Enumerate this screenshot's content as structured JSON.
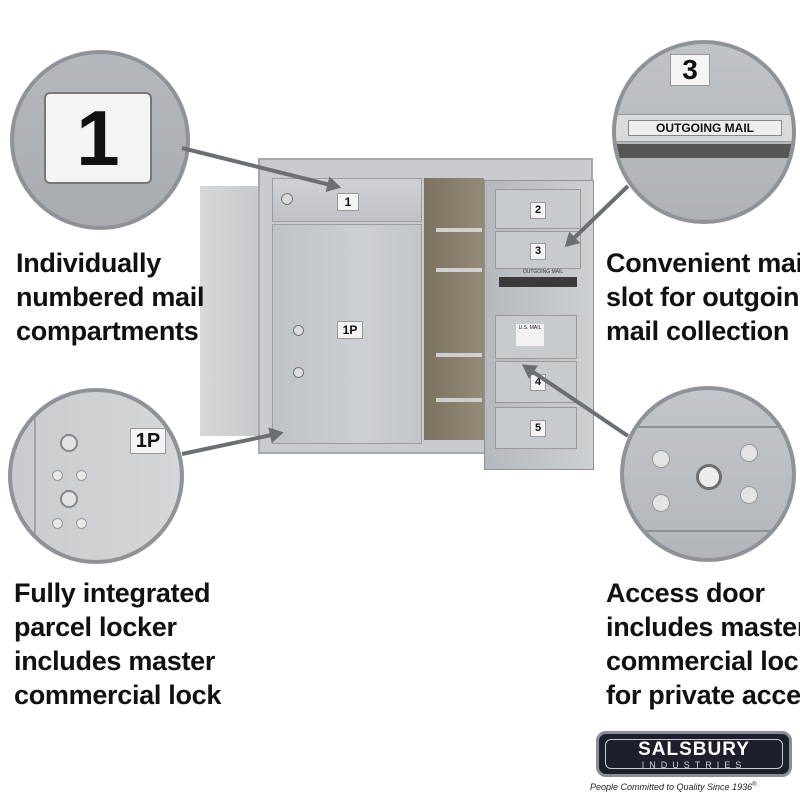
{
  "callouts": {
    "compartments": {
      "zoom_label": "1",
      "caption_lines": [
        "Individually",
        "numbered mail",
        "compartments"
      ]
    },
    "parcel_locker": {
      "zoom_label": "1P",
      "caption_lines": [
        "Fully integrated",
        "parcel locker",
        "includes master",
        "commercial lock"
      ]
    },
    "mail_slot": {
      "zoom_number": "3",
      "zoom_label": "OUTGOING MAIL",
      "caption_lines": [
        "Convenient mail",
        "slot for outgoing",
        "mail collection"
      ]
    },
    "access_door": {
      "caption_lines": [
        "Access door",
        "includes master",
        "commercial lock",
        "for private access"
      ]
    }
  },
  "mailbox": {
    "door_labels": [
      "1",
      "1P",
      "2",
      "3",
      "4",
      "5"
    ],
    "slot_label": "OUTGOING MAIL",
    "notice_label": "U.S. MAIL"
  },
  "brand": {
    "name": "SALSBURY",
    "sub": "INDUSTRIES",
    "tagline": "People Committed to Quality Since 1936",
    "reg_mark": "®"
  },
  "colors": {
    "metal": "#c2c5c9",
    "caption_text": "#111111",
    "logo_bg": "#1d1f2c"
  }
}
